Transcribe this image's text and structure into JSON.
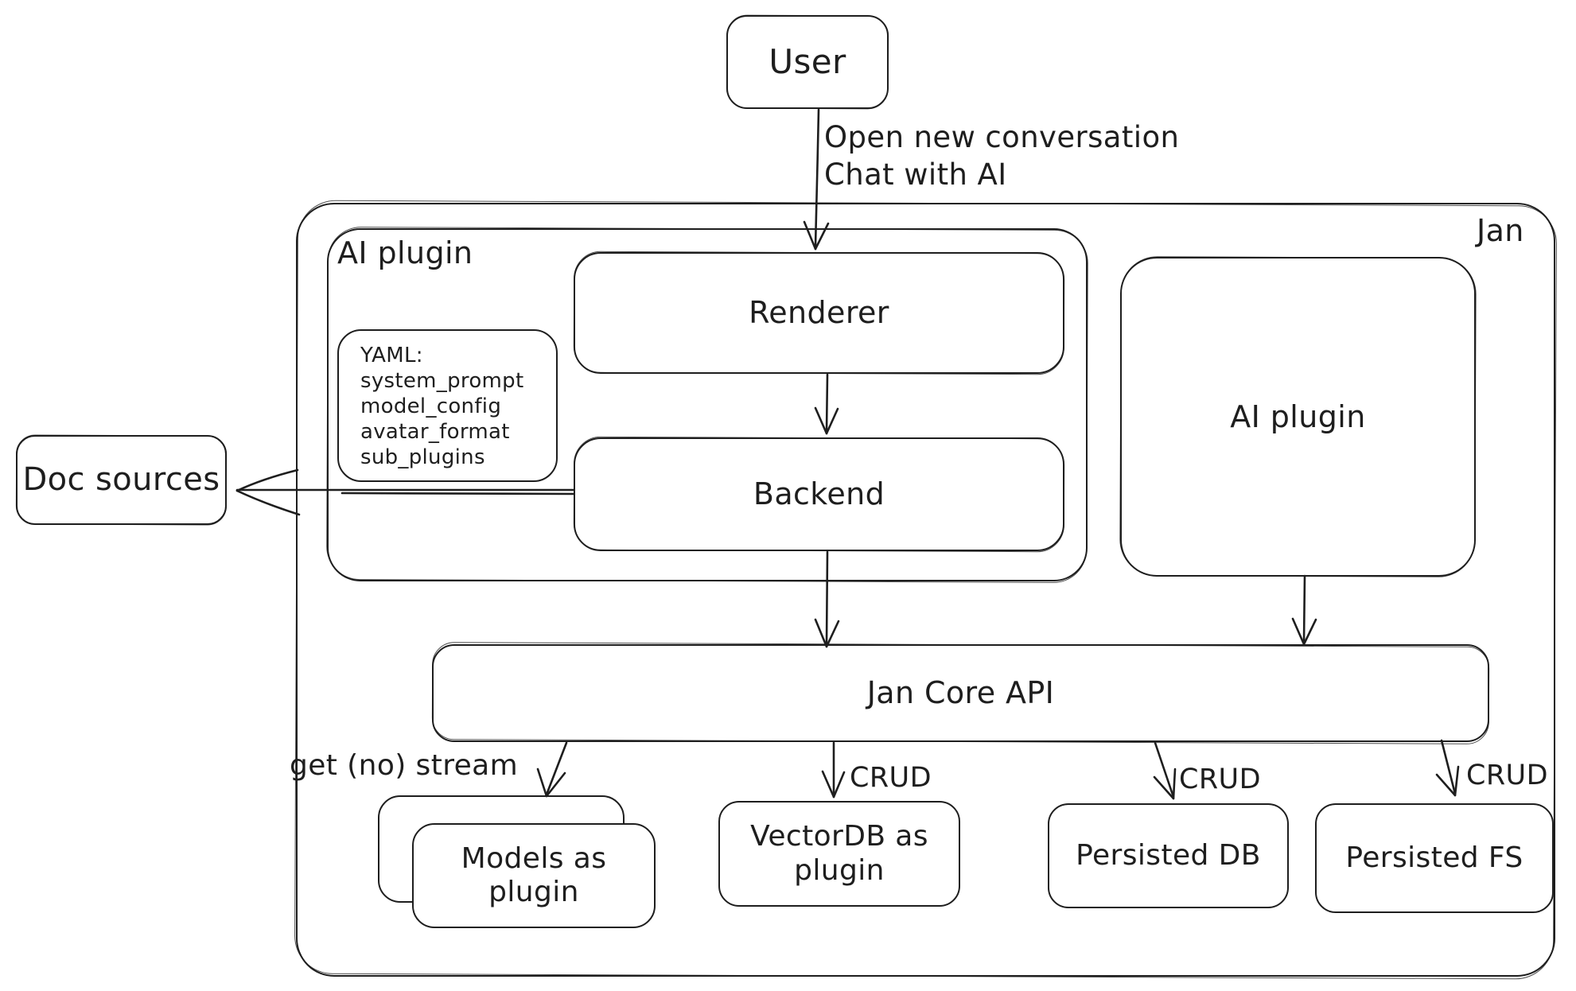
{
  "colors": {
    "stroke": "#1e1e1e",
    "background": "#ffffff"
  },
  "nodes": {
    "user": {
      "label": "User"
    },
    "jan": {
      "label": "Jan"
    },
    "ai_plugin_group": {
      "label": "AI plugin"
    },
    "yaml_note": {
      "lines": [
        "YAML:",
        "system_prompt",
        "model_config",
        "avatar_format",
        "sub_plugins"
      ]
    },
    "renderer": {
      "label": "Renderer"
    },
    "backend": {
      "label": "Backend"
    },
    "ai_plugin": {
      "label": "AI plugin"
    },
    "jan_core_api": {
      "label": "Jan Core API"
    },
    "doc_sources": {
      "label": "Doc sources"
    },
    "models_as_plugin": {
      "label": "Models as\nplugin"
    },
    "vectordb_as_plugin": {
      "label": "VectorDB as\nplugin"
    },
    "persisted_db": {
      "label": "Persisted DB"
    },
    "persisted_fs": {
      "label": "Persisted FS"
    }
  },
  "edges": {
    "user_to_renderer": {
      "label": "Open new conversation\nChat with AI"
    },
    "jan_core_to_models": {
      "label": "get (no) stream"
    },
    "jan_core_to_vectordb": {
      "label": "CRUD"
    },
    "jan_core_to_persisted_db": {
      "label": "CRUD"
    },
    "jan_core_to_persisted_fs": {
      "label": "CRUD"
    }
  }
}
